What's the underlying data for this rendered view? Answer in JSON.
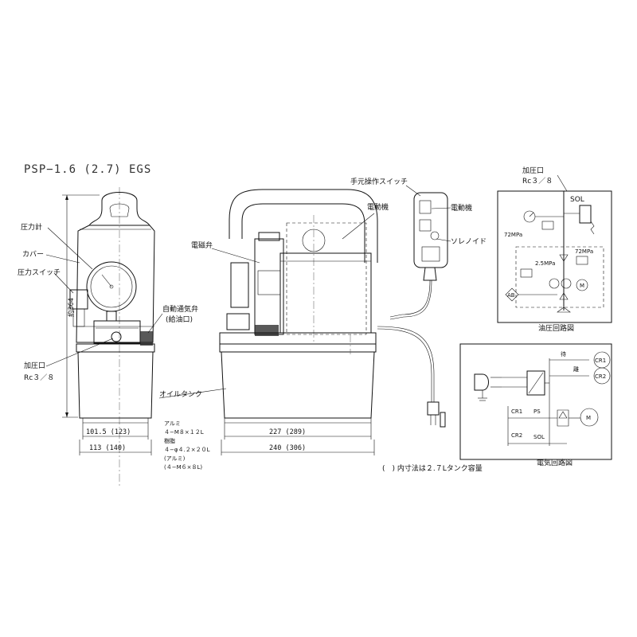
{
  "title": "PSP−1.6 (2.7) EGS",
  "front_view": {
    "labels": {
      "gauge": "圧力計",
      "cover": "カバー",
      "pressure_switch": "圧力スイッチ",
      "air_vent": "自動通気弁",
      "air_vent_sub": "(給油口)",
      "port": "加圧口",
      "port_thread": "Rc３／８"
    },
    "dims": {
      "height": "約364",
      "inner_width": "101.5 (123)",
      "outer_width": "113 (140)"
    }
  },
  "side_view": {
    "labels": {
      "motor": "電動機",
      "solenoid_valve": "電磁弁",
      "oil_tank": "オイルタンク"
    },
    "bolt_notes": [
      "アルミ",
      "４−M８×１２L",
      "樹脂",
      "４−φ４.２×２０L",
      "(アルミ)",
      "(４−M６×８L)"
    ],
    "dims": {
      "inner_length": "227 (289)",
      "outer_length": "240 (306)"
    }
  },
  "remote": {
    "labels": {
      "switch": "手元操作スイッチ",
      "motor": "電動機",
      "solenoid": "ソレノイド"
    }
  },
  "hydraulic_circuit": {
    "title": "油圧回路図",
    "labels": {
      "port": "加圧口",
      "port_thread": "Rc３／８",
      "sol": "SOL",
      "p1": "72MPa",
      "p2": "2.5MPa",
      "p3": "72MPa",
      "motor": "M",
      "filter": "AB"
    }
  },
  "electric_circuit": {
    "title": "電気回路図",
    "labels": {
      "cr1": "CR1",
      "cr2": "CR2",
      "ps": "PS",
      "sol": "SOL",
      "motor": "M",
      "switch_a": "待",
      "switch_b": "離"
    }
  },
  "footnote": "(　) 内寸法は２.７Lタンク容量"
}
